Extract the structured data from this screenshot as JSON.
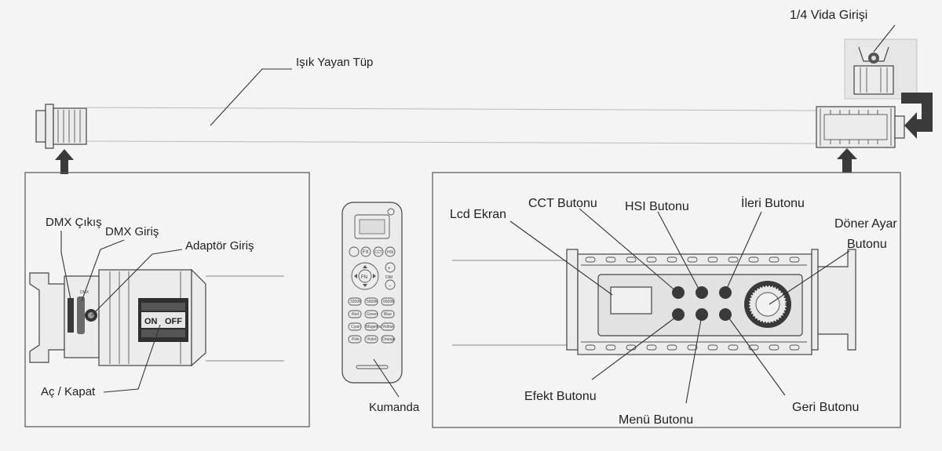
{
  "labels": {
    "tube": "Işık Yayan Tüp",
    "screw_mount": "1/4 Vida Girişi",
    "dmx_out": "DMX Çıkış",
    "dmx_in": "DMX Giriş",
    "adapter_in": "Adaptör Giriş",
    "power": "Aç / Kapat",
    "remote": "Kumanda",
    "lcd": "Lcd Ekran",
    "cct": "CCT Butonu",
    "hsi": "HSI Butonu",
    "forward": "İleri Butonu",
    "knob_line1": "Döner Ayar",
    "knob_line2": "Butonu",
    "effect": "Efekt Butonu",
    "menu": "Menü Butonu",
    "back": "Geri Butonu"
  },
  "switch": {
    "on": "ON",
    "off": "OFF"
  },
  "remote_keys": {
    "fx": "FX",
    "cct": "CCT",
    "hsi": "HSI",
    "fn": "FN",
    "dim": "DIM",
    "presets": [
      "3200K",
      "5600K",
      "6500K",
      "Red",
      "Green",
      "Blue",
      "Cyan",
      "Magenta",
      "Yellow",
      "Pink",
      "Violet",
      "Orange"
    ]
  }
}
